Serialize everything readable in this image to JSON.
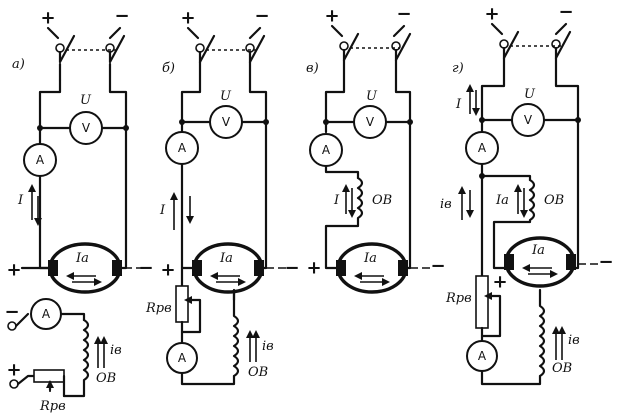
{
  "panels": [
    {
      "id": "a",
      "label": "а)",
      "plus": "+",
      "minus": "−",
      "voltmeter": "V",
      "voltage_label": "U",
      "ammeter": "A",
      "current_label": "I",
      "armature_current": "Ia",
      "motor_plus": "+",
      "motor_minus": "−",
      "field_ammeter": "A",
      "field_current": "iв",
      "field_winding": "ОВ",
      "field_plus": "+",
      "field_minus": "−",
      "rheostat": "Rрв"
    },
    {
      "id": "b",
      "label": "б)",
      "plus": "+",
      "minus": "−",
      "voltmeter": "V",
      "voltage_label": "U",
      "ammeter": "A",
      "current_label": "I",
      "armature_current": "Ia",
      "motor_plus": "+",
      "motor_minus": "−",
      "field_ammeter": "A",
      "field_current": "iв",
      "field_winding": "ОВ",
      "rheostat": "Rрв"
    },
    {
      "id": "v",
      "label": "в)",
      "plus": "+",
      "minus": "−",
      "voltmeter": "V",
      "voltage_label": "U",
      "ammeter": "A",
      "current_label": "I",
      "armature_current": "Ia",
      "motor_plus": "+",
      "motor_minus": "−",
      "field_winding": "ОВ"
    },
    {
      "id": "g",
      "label": "г)",
      "plus": "+",
      "minus": "−",
      "voltmeter": "V",
      "voltage_label": "U",
      "ammeter": "A",
      "current_label": "I",
      "series_current": "Ia",
      "series_winding": "ОВ",
      "armature_current": "Ia",
      "motor_plus": "+",
      "motor_minus": "−",
      "field_ammeter": "A",
      "field_current": "iв",
      "field_current_series": "iв",
      "field_winding": "ОВ",
      "rheostat": "Rрв"
    }
  ]
}
